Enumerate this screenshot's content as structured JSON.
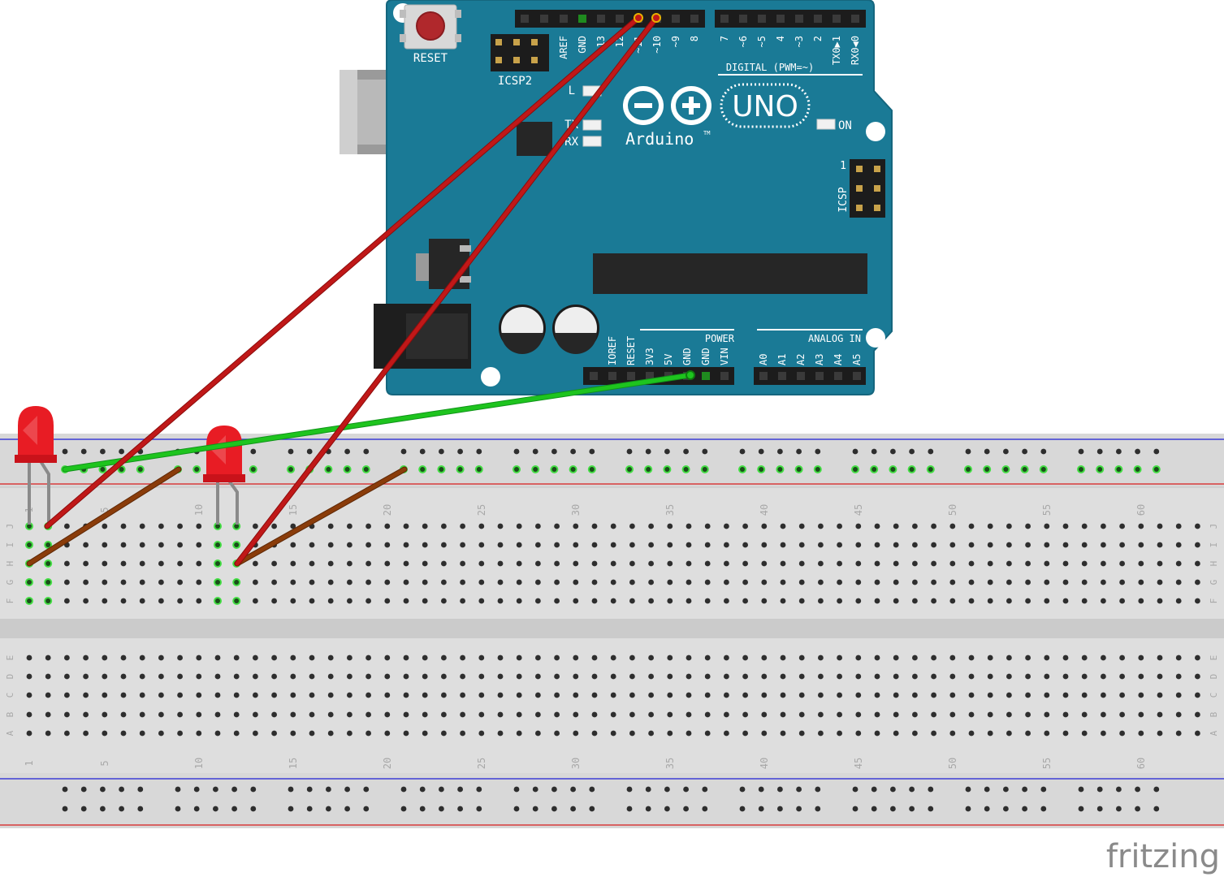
{
  "board": {
    "reset_label": "RESET",
    "icsp2_label": "ICSP2",
    "icsp_label": "ICSP",
    "icsp_pin1": "1",
    "l_label": "L",
    "tx_label": "TX",
    "rx_label": "RX",
    "uno_label": "UNO",
    "arduino_label": "Arduino",
    "trademark": "TM",
    "on_label": "ON",
    "digital_label": "DIGITAL (PWM=~)",
    "power_label": "POWER",
    "analog_label": "ANALOG IN",
    "top_left_pins": [
      "AREF",
      "GND",
      "13",
      "12",
      "~11",
      "~10",
      "~9",
      "8"
    ],
    "top_right_pins": [
      "7",
      "~6",
      "~5",
      "4",
      "~3",
      "2",
      "TX0▶1",
      "RX0◀0"
    ],
    "power_pins": [
      "IOREF",
      "RESET",
      "3V3",
      "5V",
      "GND",
      "GND",
      "VIN"
    ],
    "analog_pins": [
      "A0",
      "A1",
      "A2",
      "A3",
      "A4",
      "A5"
    ]
  },
  "breadboard": {
    "column_numbers": [
      "1",
      "5",
      "10",
      "15",
      "20",
      "25",
      "30",
      "35",
      "40",
      "45",
      "50",
      "55",
      "60"
    ],
    "top_rows": [
      "J",
      "I",
      "H",
      "G",
      "F"
    ],
    "bottom_rows": [
      "E",
      "D",
      "C",
      "B",
      "A"
    ],
    "columns": 63
  },
  "colors": {
    "board": "#1a7a96",
    "board_edge": "#15667e",
    "wire_red": "#c01818",
    "wire_green": "#1ec41e",
    "wire_brown": "#8a3c0a",
    "led": "#e81c24",
    "breadboard": "#dcdcdc",
    "hole": "#2e2e2e",
    "hole_active": "#44dd44",
    "rail_blue": "#3d3dd6",
    "rail_red": "#d83a3a"
  },
  "watermark": "fritzing"
}
